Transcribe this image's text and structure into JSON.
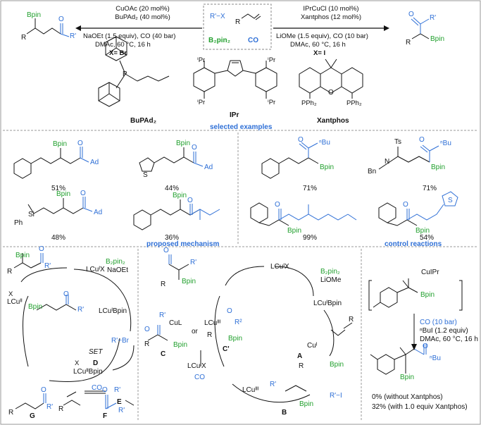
{
  "colors": {
    "accent_blue": "#2e6fd6",
    "boron_green": "#22a02e",
    "frame": "#999999",
    "ink": "#111111"
  },
  "left_conditions": {
    "line1": "CuOAc (20 mol%)",
    "line2": "BuPAd₂ (40 mol%)",
    "line3": "NaOEt (1.5 equiv), CO (40 bar)",
    "line4": "DMAc, 60 °C, 16 h",
    "line5": "X= Br"
  },
  "right_conditions": {
    "line1": "IPrCuCl (10 mol%)",
    "line2": "Xantphos (12 mol%)",
    "line3": "LiOMe (1.5 equiv), CO (10 bar)",
    "line4": "DMAc, 60 °C, 16 h",
    "line5": "X= I"
  },
  "reagent_box": {
    "rx": "R'−X",
    "r": "R",
    "b2pin2": "B₂pin₂",
    "co": "CO"
  },
  "ligands": {
    "bupad2": "BuPAd₂",
    "ipr": "IPr",
    "xantphos": "Xantphos",
    "p": "P",
    "o": "O",
    "pph2": "PPh₂",
    "ipr_sub": "ⁱPr"
  },
  "sections": {
    "selected": "selected examples",
    "mechanism": "proposed mechanism",
    "control": "control reactions"
  },
  "left_examples": [
    {
      "yield": "51%",
      "label": "Ad"
    },
    {
      "yield": "44%",
      "label": "Ad"
    },
    {
      "yield": "48%",
      "label": "Ad"
    },
    {
      "yield": "36%",
      "label": ""
    }
  ],
  "right_examples": [
    {
      "yield": "71%",
      "label": "ⁿBu"
    },
    {
      "yield": "71%",
      "label": "ⁿBu"
    },
    {
      "yield": "99%",
      "label": ""
    },
    {
      "yield": "54%",
      "label": ""
    }
  ],
  "chem": {
    "bpin": "Bpin",
    "ts": "Ts",
    "bn": "Bn",
    "n": "N",
    "s": "S",
    "si": "Si",
    "ph": "Ph",
    "o": "O",
    "r": "R",
    "rp": "R'"
  },
  "mech_left": {
    "lcux_top": "LCuᴵX",
    "b2pin2": "B₂pin₂",
    "naoet": "NaOEt",
    "lcubpin": "LCuᴵBpin",
    "rbr": "R'−Br",
    "set": "SET",
    "d_x": "X",
    "d_label": "D",
    "d_complex": "LCuᴵᴵBpin",
    "co": "CO",
    "e_label": "E",
    "f_label": "F",
    "g_label": "G",
    "x_complex": "LCuᴵᴵ"
  },
  "mech_mid": {
    "lcux_top": "LCuᴵX",
    "b2pin2": "B₂pin₂",
    "liome": "LiOMe",
    "lcubpin": "LCuᴵBpin",
    "a_label": "A",
    "a_complex": "Cuᴵ",
    "ri": "R'−I",
    "b_label": "B",
    "b_complex": "LCuᴵᴵᴵ",
    "c_label": "C",
    "c_complex": "CuL",
    "or": "or",
    "cp_label": "C'",
    "cp_complex": "LCuᴵᴵᴵ",
    "r2": "R²",
    "lcux_low": "LCuᴵX",
    "co": "CO"
  },
  "control": {
    "reagent": "CuIPr",
    "cond1": "CO (10 bar)",
    "cond2": "ⁿBuI (1.2 equiv)",
    "cond3": "DMAc, 60 °C, 16 h",
    "result1": "0% (without Xantphos)",
    "result2": "32% (with 1.0 equiv Xantphos)",
    "nbu": "ⁿBu"
  }
}
